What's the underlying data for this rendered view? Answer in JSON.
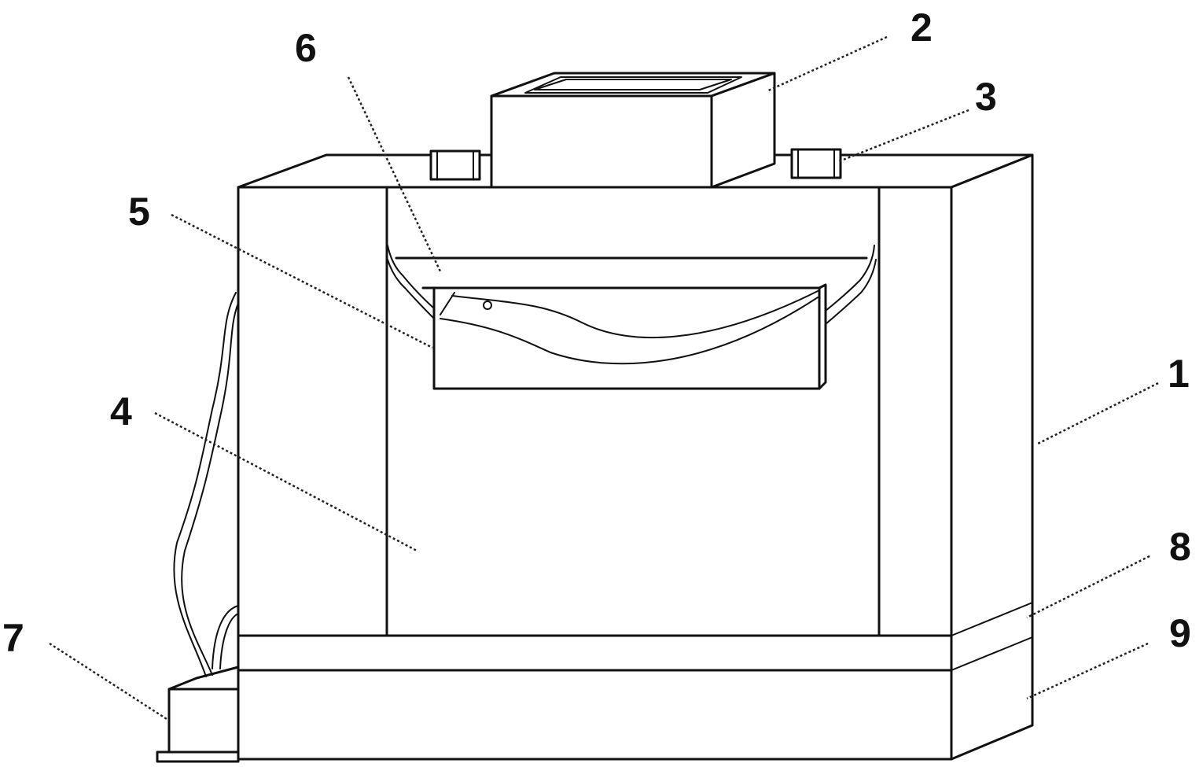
{
  "callouts": {
    "n1": "1",
    "n2": "2",
    "n3": "3",
    "n4": "4",
    "n5": "5",
    "n6": "6",
    "n7": "7",
    "n8": "8",
    "n9": "9"
  },
  "colors": {
    "line": "#111111",
    "background": "#ffffff"
  }
}
